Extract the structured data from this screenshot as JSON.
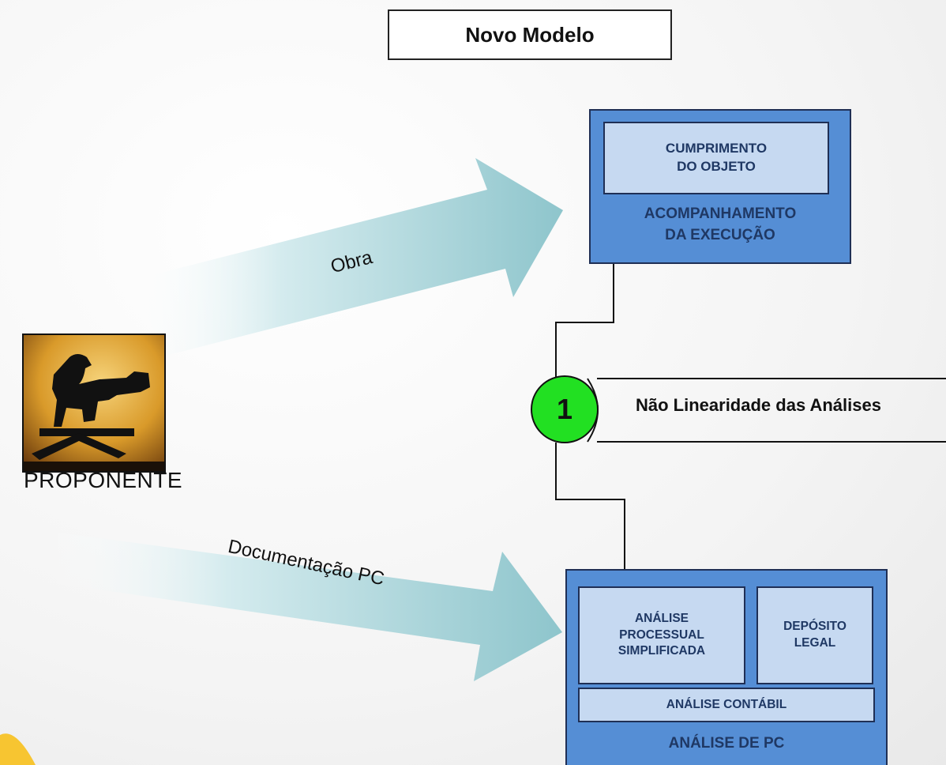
{
  "title": "Novo Modelo",
  "proponente": {
    "label": "PROPONENTE"
  },
  "arrows": {
    "top_label": "Obra",
    "bottom_label": "Documentação  PC"
  },
  "top_box": {
    "inner": "CUMPRIMENTO\nDO OBJETO",
    "label": "ACOMPANHAMENTO\nDA EXECUÇÃO"
  },
  "badge": {
    "number": "1",
    "label": "Não Linearidade das Análises"
  },
  "bottom_box": {
    "processual": "ANÁLISE\nPROCESSUAL\nSIMPLIFICADA",
    "deposito": "DEPÓSITO\nLEGAL",
    "contabil": "ANÁLISE CONTÁBIL",
    "label": "ANÁLISE DE PC"
  },
  "colors": {
    "box_blue": "#558ed5",
    "box_light": "#c6d9f1",
    "arrow_teal": "#8ec5cc",
    "badge_green": "#22e022",
    "accent_yellow": "#f7c531"
  },
  "icons": {
    "photo": "camera-operator-icon"
  }
}
